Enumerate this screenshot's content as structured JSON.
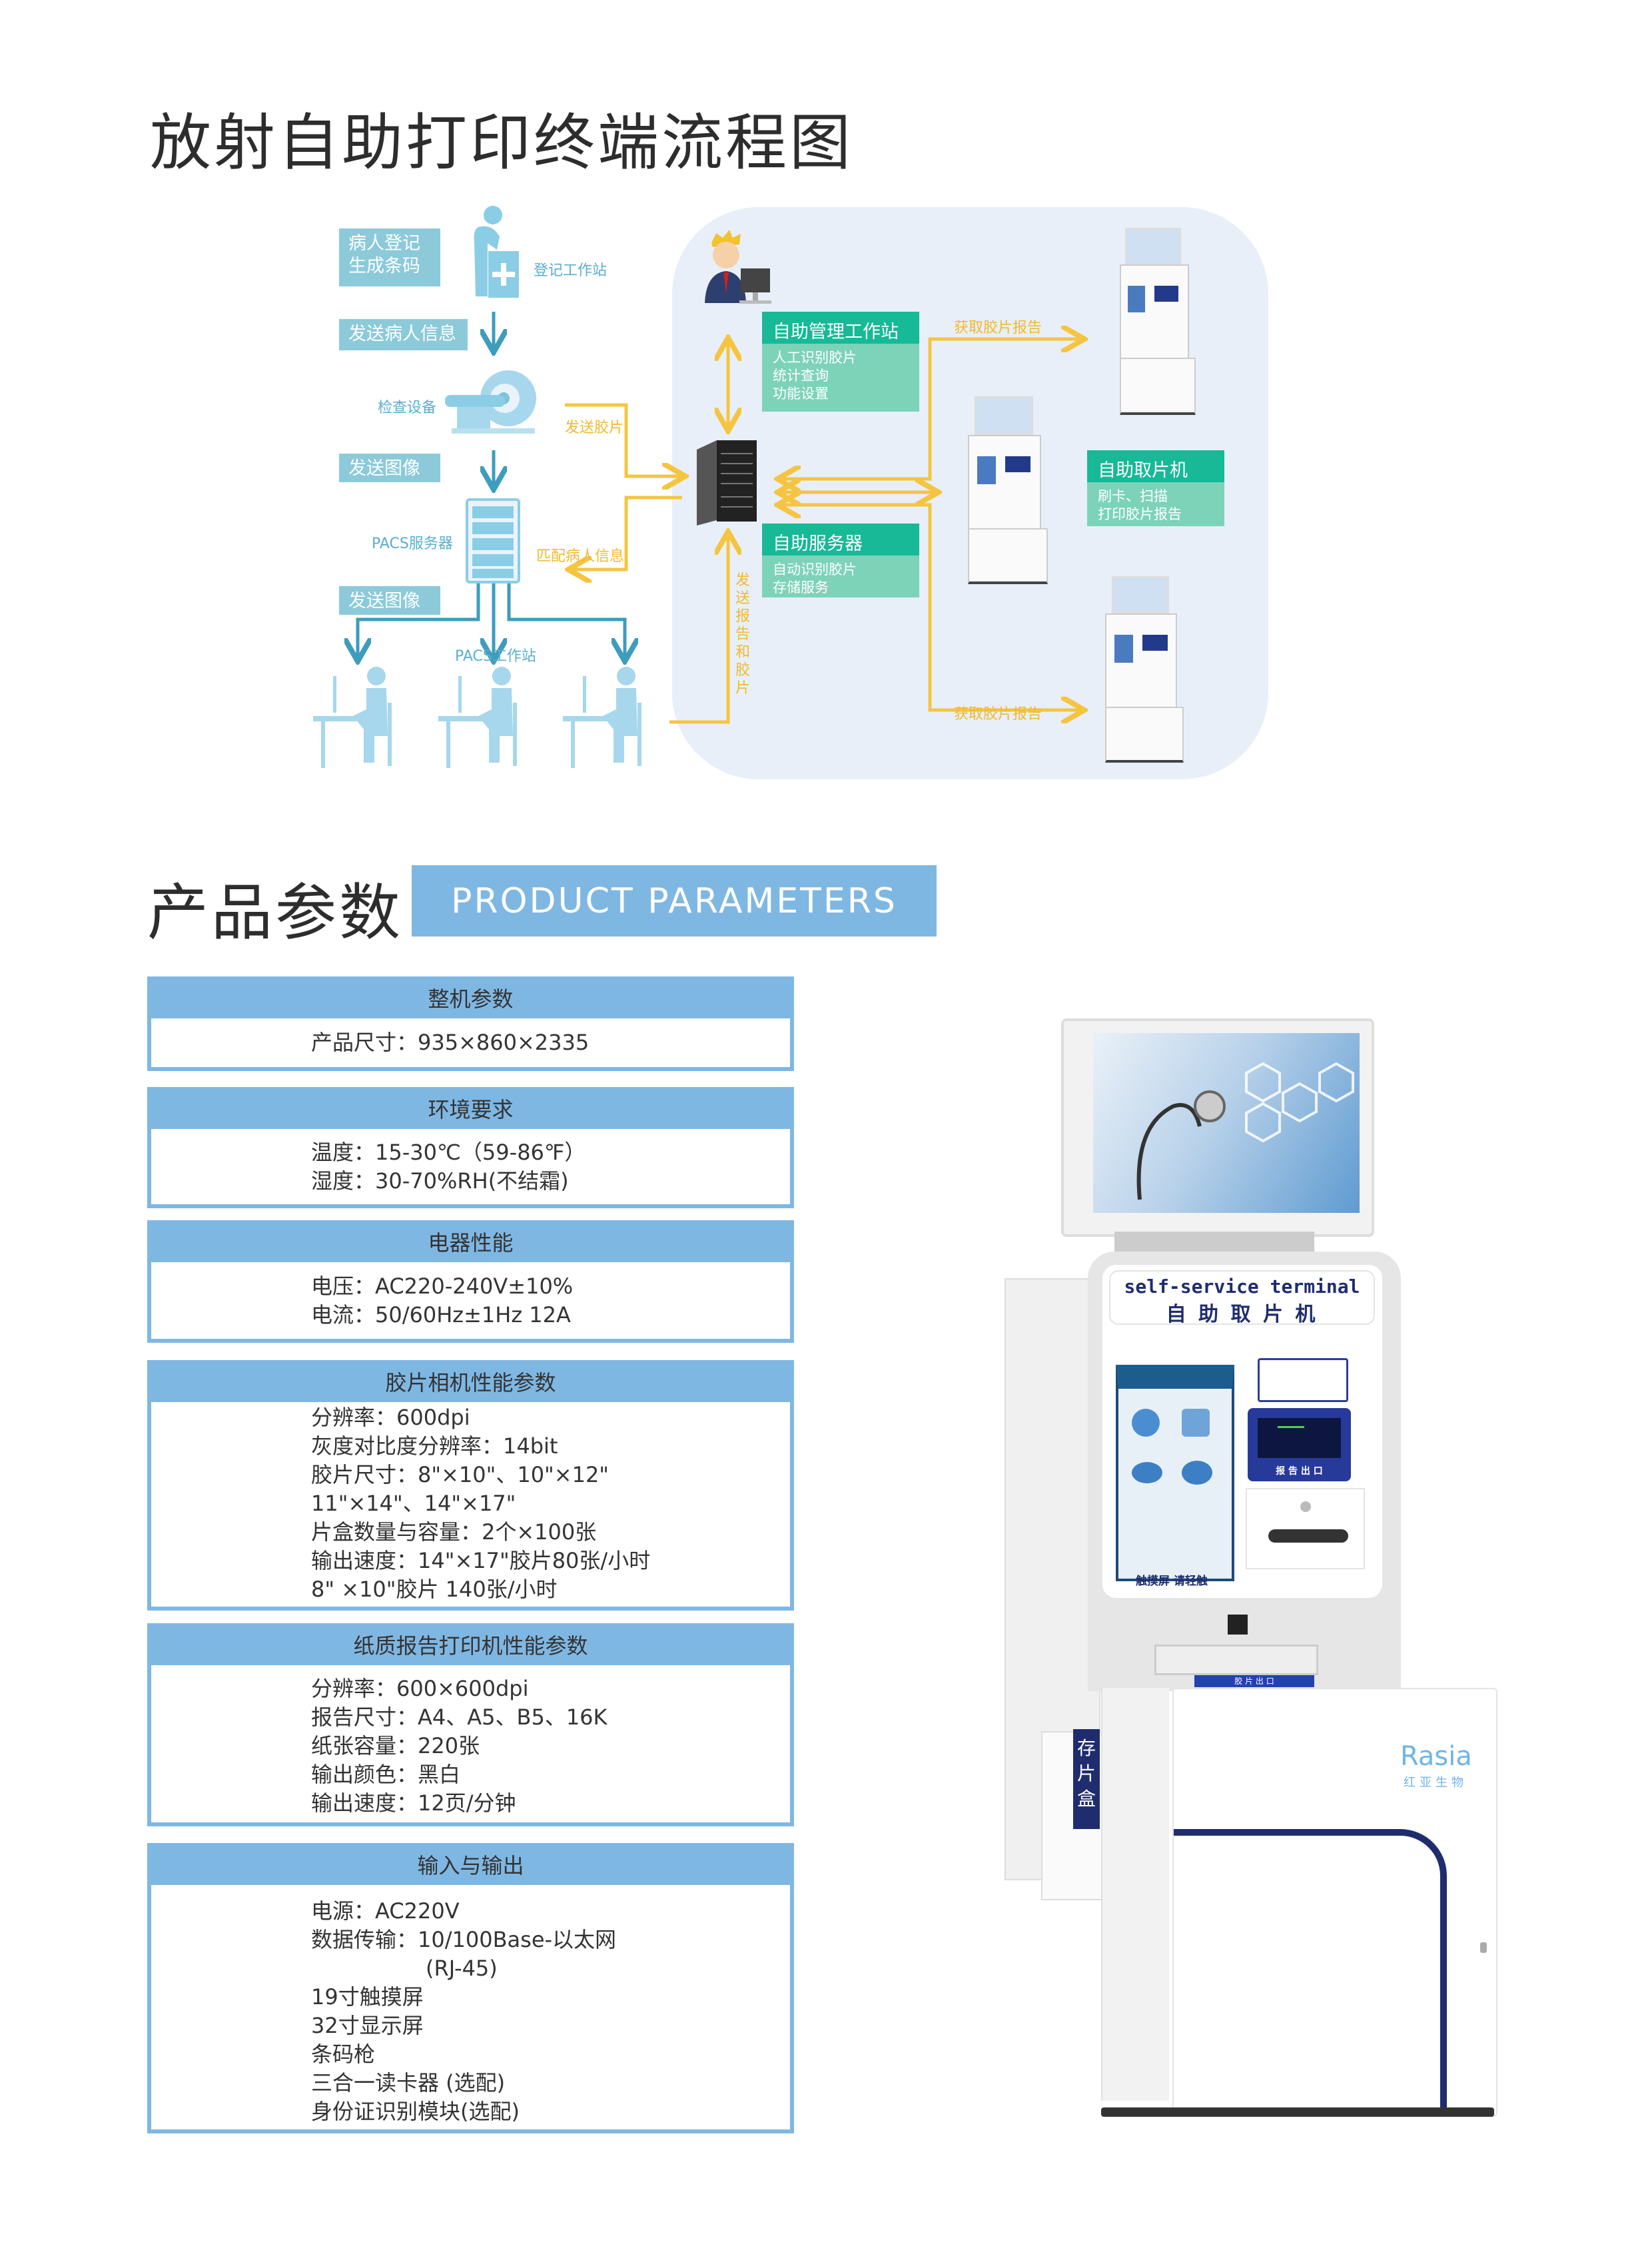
{
  "page_title": "放射自助打印终端流程图",
  "flow": {
    "left_labels": [
      "病人登记\n生成条码",
      "发送病人信息",
      "发送图像",
      "发送图像"
    ],
    "register_station": "登记工作站",
    "exam_device": "检查设备",
    "pacs_server": "PACS服务器",
    "pacs_workstation": "PACS工作站",
    "send_film": "发送胶片",
    "match_patient": "匹配病人信息",
    "send_report_film": "发送报告和胶片",
    "get_report_top": "获取胶片报告",
    "get_report_bottom": "获取胶片报告",
    "mgmt": {
      "title": "自助管理工作站",
      "items": [
        "人工识别胶片",
        "统计查询",
        "功能设置"
      ]
    },
    "server": {
      "title": "自助服务器",
      "items": [
        "自动识别胶片",
        "存储服务"
      ]
    },
    "kiosk": {
      "title": "自助取片机",
      "items": [
        "刷卡、扫描",
        "打印胶片报告"
      ]
    }
  },
  "params": {
    "title_cn": "产品参数",
    "title_en": "PRODUCT PARAMETERS",
    "tables": [
      {
        "header": "整机参数",
        "lines": [
          "产品尺寸：935×860×2335"
        ]
      },
      {
        "header": "环境要求",
        "lines": [
          "温度：15-30℃（59-86℉）",
          "湿度：30-70%RH(不结霜)"
        ]
      },
      {
        "header": "电器性能",
        "lines": [
          "电压：AC220-240V±10%",
          "电流：50/60Hz±1Hz 12A"
        ]
      },
      {
        "header": "胶片相机性能参数",
        "lines": [
          "分辨率：600dpi",
          "灰度对比度分辨率：14bit",
          "胶片尺寸：8\"×10\"、10\"×12\"",
          "11\"×14\"、14\"×17\"",
          "片盒数量与容量：2个×100张",
          "输出速度：14\"×17\"胶片80张/小时",
          "8\" ×10\"胶片 140张/小时"
        ]
      },
      {
        "header": "纸质报告打印机性能参数",
        "lines": [
          "分辨率：600×600dpi",
          "报告尺寸：A4、A5、B5、16K",
          "纸张容量：220张",
          "输出颜色：黑白",
          "输出速度：12页/分钟"
        ]
      },
      {
        "header": "输入与输出",
        "lines": [
          "电源：AC220V",
          "数据传输：10/100Base-以太网",
          "(RJ-45)",
          "19寸触摸屏",
          "32寸显示屏",
          "条码枪",
          "三合一读卡器 (选配)",
          "身份证识别模块(选配)"
        ]
      }
    ]
  },
  "product": {
    "panel_en": "self-service terminal",
    "panel_cn": "自 助 取 片 机",
    "touch_hint": "触摸屏 请轻触",
    "report_exit": "报 告 出 口",
    "film_exit": "胶 片 出 口",
    "film_box": "存片盒",
    "brand": "Rasia",
    "brand_cn": "红亚生物"
  },
  "colors": {
    "accent_blue": "#7fb7e3",
    "teal": "#8ccada",
    "green": "#17b997",
    "yellow": "#f2b92e",
    "navy": "#1f2d6e"
  }
}
